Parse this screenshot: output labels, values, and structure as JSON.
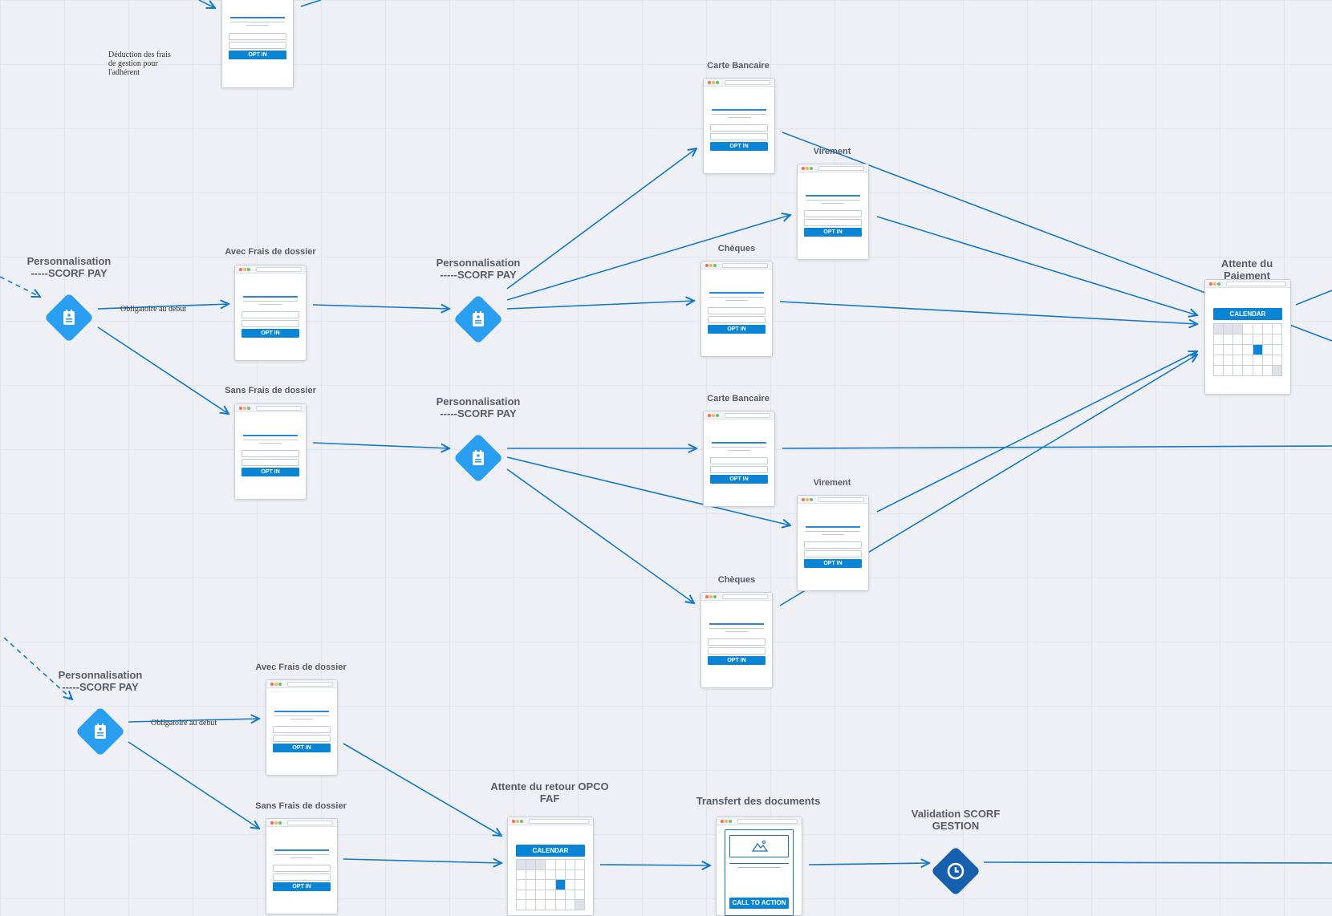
{
  "labels": {
    "perso_1": "Personnalisation\n-----SCORF PAY",
    "perso_2": "Personnalisation\n-----SCORF PAY",
    "perso_3": "Personnalisation\n-----SCORF PAY",
    "perso_4": "Personnalisation\n-----SCORF PAY",
    "avec_1": "Avec Frais de dossier",
    "sans_1": "Sans Frais de dossier",
    "avec_2": "Avec Frais de dossier",
    "sans_2": "Sans Frais de dossier",
    "carte_1": "Carte Bancaire",
    "virement_1": "Virement",
    "cheques_1": "Chèques",
    "carte_2": "Carte Bancaire",
    "virement_2": "Virement",
    "cheques_2": "Chèques",
    "attente_paiement": "Attente du Paiement",
    "attente_opco": "Attente du retour OPCO\nFAF",
    "transfert": "Transfert des documents",
    "validation": "Validation SCORF\nGESTION"
  },
  "notes": {
    "deduction": "Déduction des frais\nde gestion pour\nl'adhérent",
    "obligatoire_1": "Obligatoire au debut",
    "obligatoire_2": "Obligatoire au debut"
  },
  "buttons": {
    "opt_in": "OPT IN",
    "calendar": "CALENDAR",
    "call_to_action": "CALL TO ACTION"
  },
  "colors": {
    "edge": "#1479c9",
    "node_light": "#2a9ef0",
    "node_dark": "#1660ad",
    "button": "#0a85d6"
  },
  "icons": {
    "form_node": "form-list-icon",
    "timer_node": "clock-icon"
  }
}
